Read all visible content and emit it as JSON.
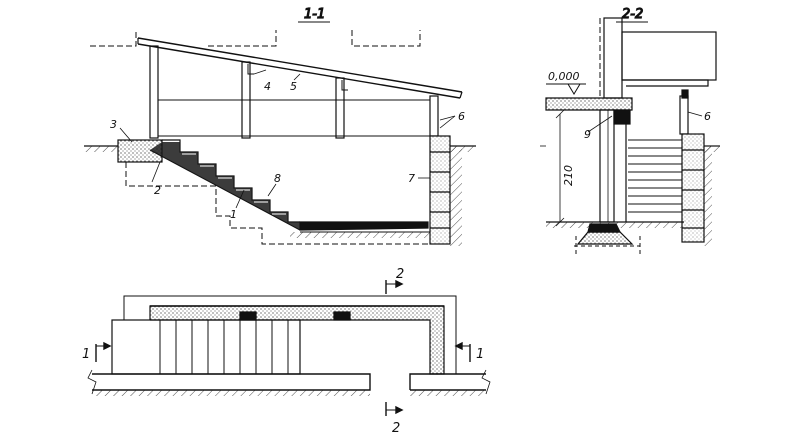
{
  "sections": {
    "section_1_1": "1-1",
    "section_2_2": "2-2"
  },
  "callouts": {
    "c1": "1",
    "c2": "2",
    "c3": "3",
    "c4": "4",
    "c5": "5",
    "c6": "6",
    "c7": "7",
    "c8": "8",
    "c9": "9",
    "c6b": "6"
  },
  "dimensions": {
    "elevation": "0,000",
    "height": "210"
  },
  "cut_marks": {
    "left": "1",
    "right": "1",
    "top": "2",
    "bottom": "2"
  }
}
